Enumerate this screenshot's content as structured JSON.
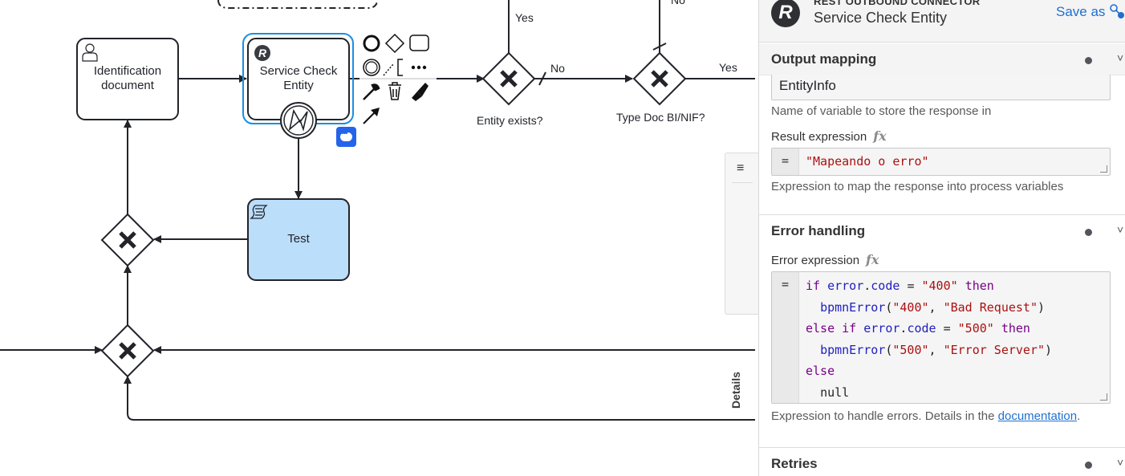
{
  "diagram": {
    "nodes": {
      "identification": {
        "label": "Identification document",
        "icon": "user-task-icon"
      },
      "service_check": {
        "label": "Service Check Entity",
        "icon": "rest-connector-icon",
        "selected": true
      },
      "test": {
        "label": "Test",
        "icon": "script-task-icon",
        "fill": "#bbdefb"
      }
    },
    "gateways": {
      "entity_exists": {
        "label": "Entity exists?"
      },
      "type_doc": {
        "label": "Type Doc BI/NIF?"
      }
    },
    "flow_labels": {
      "yes_top": "Yes",
      "no_top": "No",
      "no_mid": "No",
      "yes_right": "Yes"
    },
    "context_pad_icons": [
      "end-event-icon",
      "gateway-icon",
      "task-icon",
      "more-icon",
      "intermediate-event-icon",
      "association-icon",
      "annotation-icon",
      "wrench-icon",
      "trash-icon",
      "paint-icon",
      "connect-arrow-icon"
    ]
  },
  "details_tab": {
    "label": "Details",
    "icon": "hamburger-icon"
  },
  "panel": {
    "header": {
      "element_type": "REST OUTBOUND CONNECTOR",
      "element_name": "Service Check Entity",
      "save_as": "Save as",
      "type_icon_letter": "R"
    },
    "output_mapping": {
      "title": "Output mapping",
      "result_variable_value": "EntityInfo",
      "result_variable_desc": "Name of variable to store the response in",
      "result_expression_label": "Result expression",
      "fx": "fx",
      "result_expression_eq": "=",
      "result_expression_value": "\"Mapeando o erro\"",
      "result_expression_desc": "Expression to map the response into process variables"
    },
    "error_handling": {
      "title": "Error handling",
      "error_expression_label": "Error expression",
      "fx": "fx",
      "eq": "=",
      "desc_prefix": "Expression to handle errors. Details in the ",
      "desc_link": "documentation",
      "desc_suffix": "."
    },
    "retries": {
      "title": "Retries"
    }
  },
  "colors": {
    "selection": "#1a8fe0",
    "link": "#1f6fd1",
    "test_task_fill": "#bbdefb",
    "comment_badge": "#2563eb"
  }
}
